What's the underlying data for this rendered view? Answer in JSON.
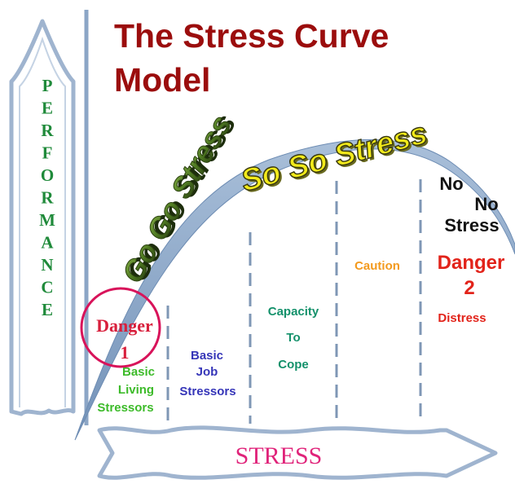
{
  "title_line1": "The Stress Curve",
  "title_line2": "Model",
  "y_axis_letters": [
    "P",
    "E",
    "R",
    "F",
    "O",
    "R",
    "M",
    "A",
    "N",
    "C",
    "E"
  ],
  "x_axis_label": "STRESS",
  "curve_labels": {
    "go_go": "Go Go Stress",
    "so_so": "So So Stress"
  },
  "zones": [
    {
      "id": "danger-1",
      "lines": [
        "Danger",
        "1"
      ],
      "color": "#d81f3c"
    },
    {
      "id": "basic-living",
      "lines": [
        "Basic",
        "Living",
        "Stressors"
      ],
      "color": "#3dbb2a"
    },
    {
      "id": "basic-job",
      "lines": [
        "Basic",
        "Job",
        "Stressors"
      ],
      "color": "#3535b8"
    },
    {
      "id": "capacity",
      "lines": [
        "Capacity",
        "To",
        "Cope"
      ],
      "color": "#14916b"
    },
    {
      "id": "caution",
      "lines": [
        "Caution"
      ],
      "color": "#f39a1e"
    },
    {
      "id": "danger-2",
      "lines": [
        "Danger",
        "2"
      ],
      "color": "#e2231a"
    },
    {
      "id": "distress",
      "lines": [
        "Distress"
      ],
      "color": "#e2231a"
    },
    {
      "id": "no-stress",
      "lines": [
        "No",
        "No",
        "Stress"
      ],
      "color": "#111111"
    }
  ],
  "colors": {
    "title": "#9b0d0d",
    "axis_blue": "#8ca6c6",
    "curve": "#8fa9c7",
    "y_letters": "#1f8a3a",
    "x_label": "#e0237a",
    "go_go_fill": "#4f7a22",
    "so_so_fill": "#f2ea1a",
    "danger_circle": "#d8135a",
    "dashes": "#7f97b5"
  }
}
